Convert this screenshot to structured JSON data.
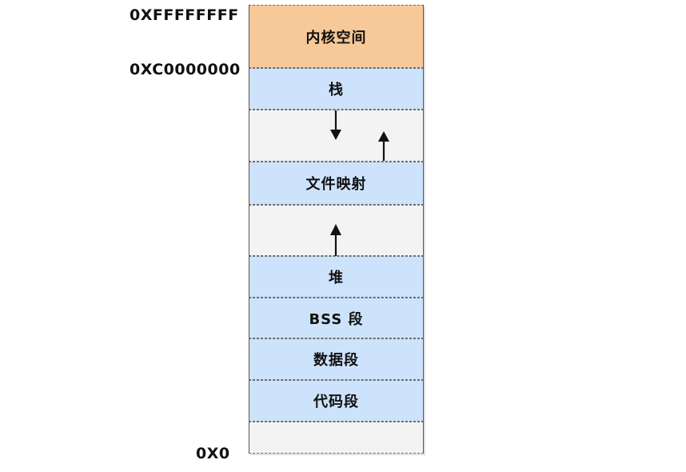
{
  "addresses": {
    "top": "0XFFFFFFFF",
    "kernel_start": "0XC0000000",
    "zero": "0X0"
  },
  "segments": [
    {
      "label": "内核空间",
      "fill": "#f8c998"
    },
    {
      "label": "栈",
      "fill": "#cde3fb"
    },
    {
      "label": "",
      "fill": "#f3f3f3"
    },
    {
      "label": "文件映射",
      "fill": "#cde3fb"
    },
    {
      "label": "",
      "fill": "#f3f3f3"
    },
    {
      "label": "堆",
      "fill": "#cde3fb"
    },
    {
      "label": "BSS 段",
      "fill": "#cde3fb"
    },
    {
      "label": "数据段",
      "fill": "#cde3fb"
    },
    {
      "label": "代码段",
      "fill": "#cde3fb"
    },
    {
      "label": "",
      "fill": "#f3f3f3"
    }
  ],
  "arrows": [
    {
      "name": "stack-growth-down-arrow",
      "direction": "down"
    },
    {
      "name": "mmap-growth-up-arrow",
      "direction": "up"
    },
    {
      "name": "heap-growth-up-arrow",
      "direction": "up"
    }
  ]
}
